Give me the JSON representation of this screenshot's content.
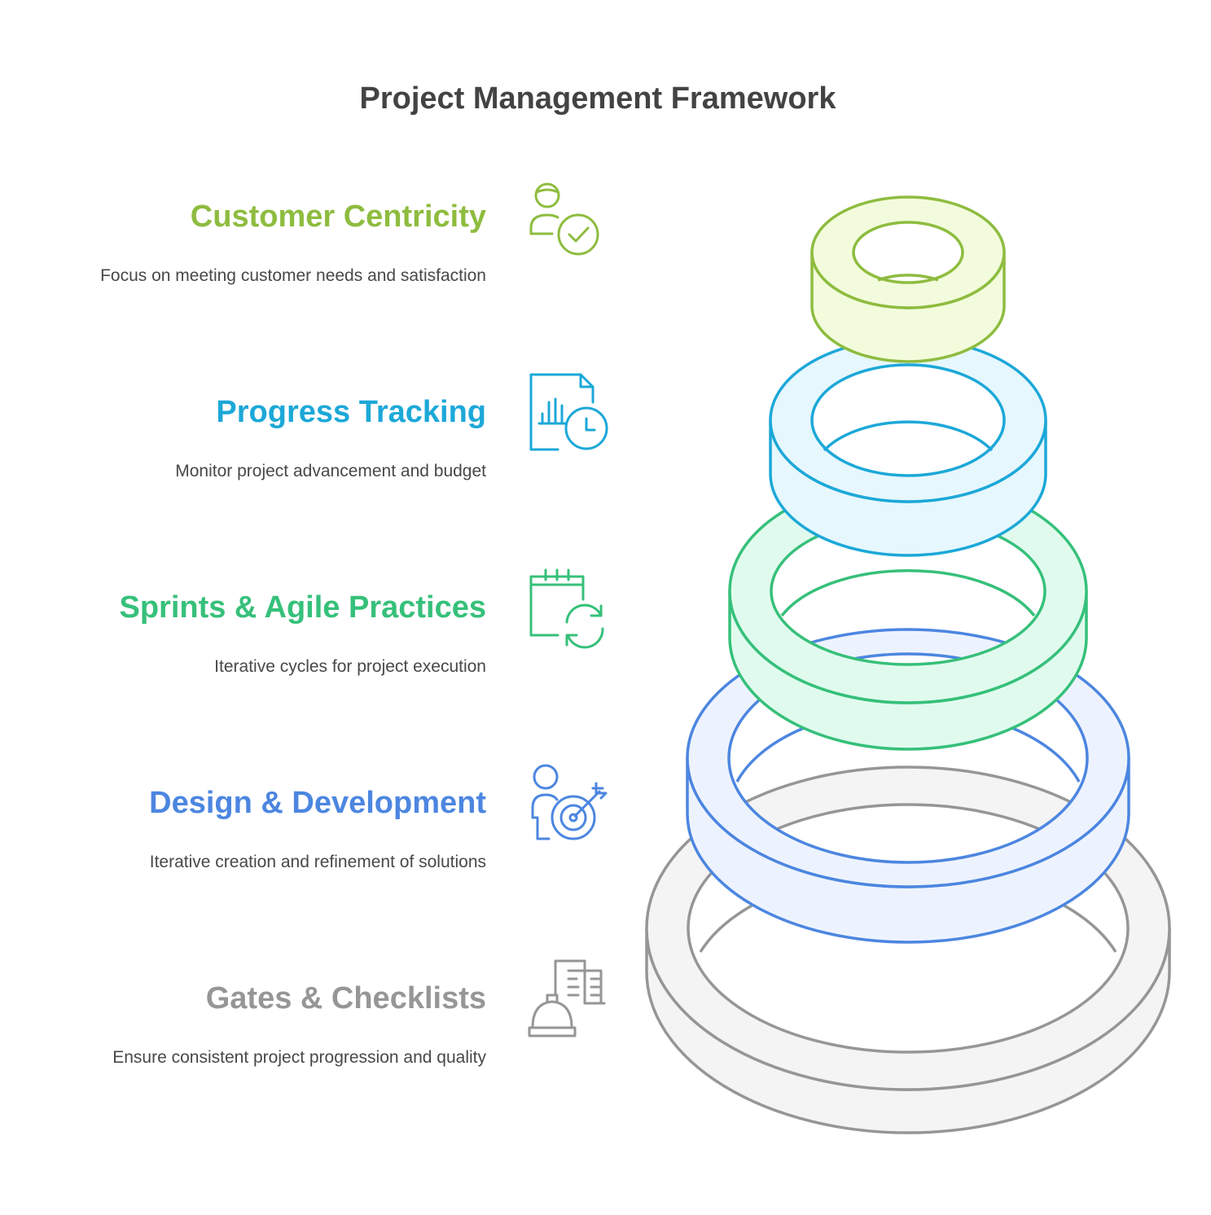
{
  "title": "Project Management Framework",
  "items": [
    {
      "heading": "Customer Centricity",
      "description": "Focus on meeting customer needs and satisfaction",
      "color": "#8ebc3f",
      "fill": "#f2fcdc",
      "icon": "customer-check-icon"
    },
    {
      "heading": "Progress Tracking",
      "description": "Monitor project advancement and budget",
      "color": "#1ca8d8",
      "fill": "#e6f7fd",
      "icon": "report-clock-icon"
    },
    {
      "heading": "Sprints & Agile Practices",
      "description": "Iterative cycles for project execution",
      "color": "#36c07a",
      "fill": "#e0fbee",
      "icon": "calendar-refresh-icon"
    },
    {
      "heading": "Design & Development",
      "description": "Iterative creation and refinement of solutions",
      "color": "#4c86e0",
      "fill": "#edf3fe",
      "icon": "person-target-icon"
    },
    {
      "heading": "Gates & Checklists",
      "description": "Ensure consistent project progression and quality",
      "color": "#969696",
      "fill": "#f4f4f4",
      "icon": "builder-documents-icon"
    }
  ]
}
